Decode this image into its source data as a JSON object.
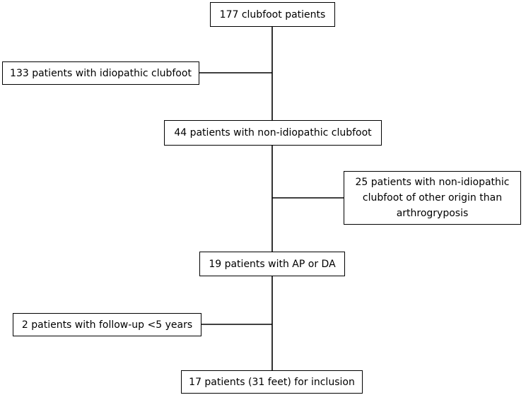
{
  "flowchart": {
    "total": "177 clubfoot patients",
    "excluded_idiopathic": "133 patients with idiopathic clubfoot",
    "non_idiopathic": "44 patients with non-idiopathic clubfoot",
    "excluded_other_origin": {
      "lines": [
        "25 patients with non-idiopathic",
        "clubfoot of other origin than",
        "arthrogryposis"
      ]
    },
    "ap_or_da": "19 patients with AP or DA",
    "excluded_follow_up": "2 patients with follow-up <5 years",
    "included": "17 patients (31 feet) for inclusion"
  }
}
